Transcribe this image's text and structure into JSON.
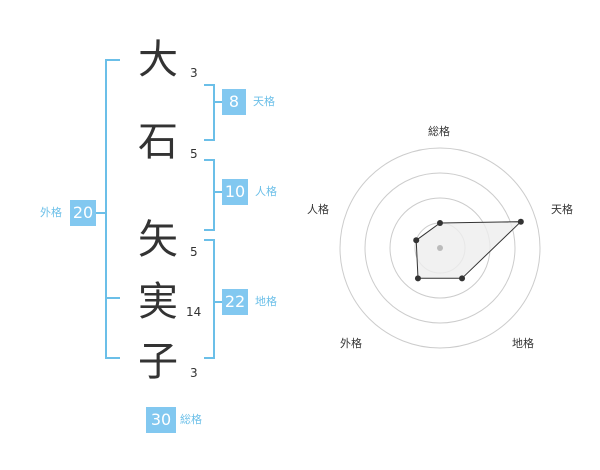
{
  "name": {
    "surname": [
      {
        "char": "大",
        "strokes": "3"
      },
      {
        "char": "石",
        "strokes": "5"
      }
    ],
    "given": [
      {
        "char": "矢",
        "strokes": "5"
      },
      {
        "char": "実",
        "strokes": "14"
      },
      {
        "char": "子",
        "strokes": "3"
      }
    ]
  },
  "fortunes": {
    "tenkaku": {
      "label": "天格",
      "value": "8"
    },
    "jinkaku": {
      "label": "人格",
      "value": "10"
    },
    "chikaku": {
      "label": "地格",
      "value": "22"
    },
    "gaikaku": {
      "label": "外格",
      "value": "20"
    },
    "soukaku": {
      "label": "総格",
      "value": "30"
    }
  },
  "radar": {
    "axes": [
      "総格",
      "天格",
      "地格",
      "外格",
      "人格"
    ],
    "levels": 4,
    "max": 4,
    "values": [
      1.0,
      3.4,
      1.5,
      1.5,
      1.0
    ],
    "colors": {
      "ring": "#cccccc",
      "fill": "#eeeeee",
      "line": "#333333",
      "center": "#bbbbbb"
    }
  },
  "colors": {
    "bracket": "#6bbfe8",
    "badge": "#82c8f0",
    "text": "#333333"
  }
}
